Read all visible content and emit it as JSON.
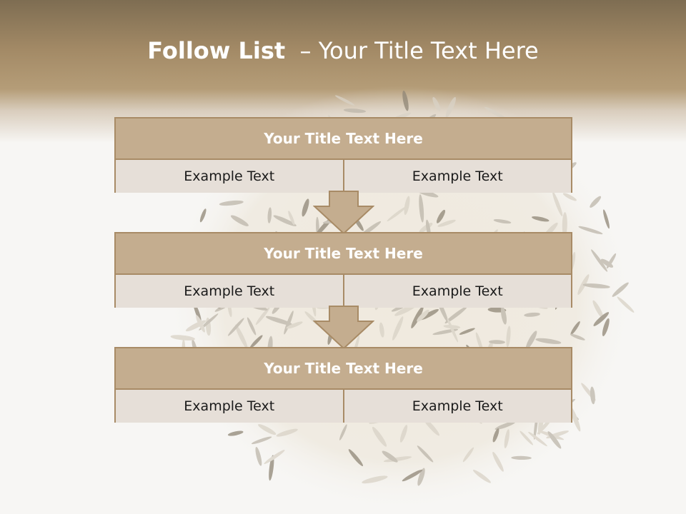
{
  "slide": {
    "title_bold": "Follow List",
    "title_rest": "  – Your Title Text Here"
  },
  "blocks": [
    {
      "title": "Your Title Text Here",
      "left": "Example Text",
      "right": "Example Text"
    },
    {
      "title": "Your Title Text Here",
      "left": "Example Text",
      "right": "Example Text"
    },
    {
      "title": "Your Title Text Here",
      "left": "Example Text",
      "right": "Example Text"
    }
  ],
  "colors": {
    "header_band": "#a38a66",
    "block_header": "#c4ad8f",
    "block_border": "#a88b66",
    "block_cell": "#e6dfd8"
  }
}
